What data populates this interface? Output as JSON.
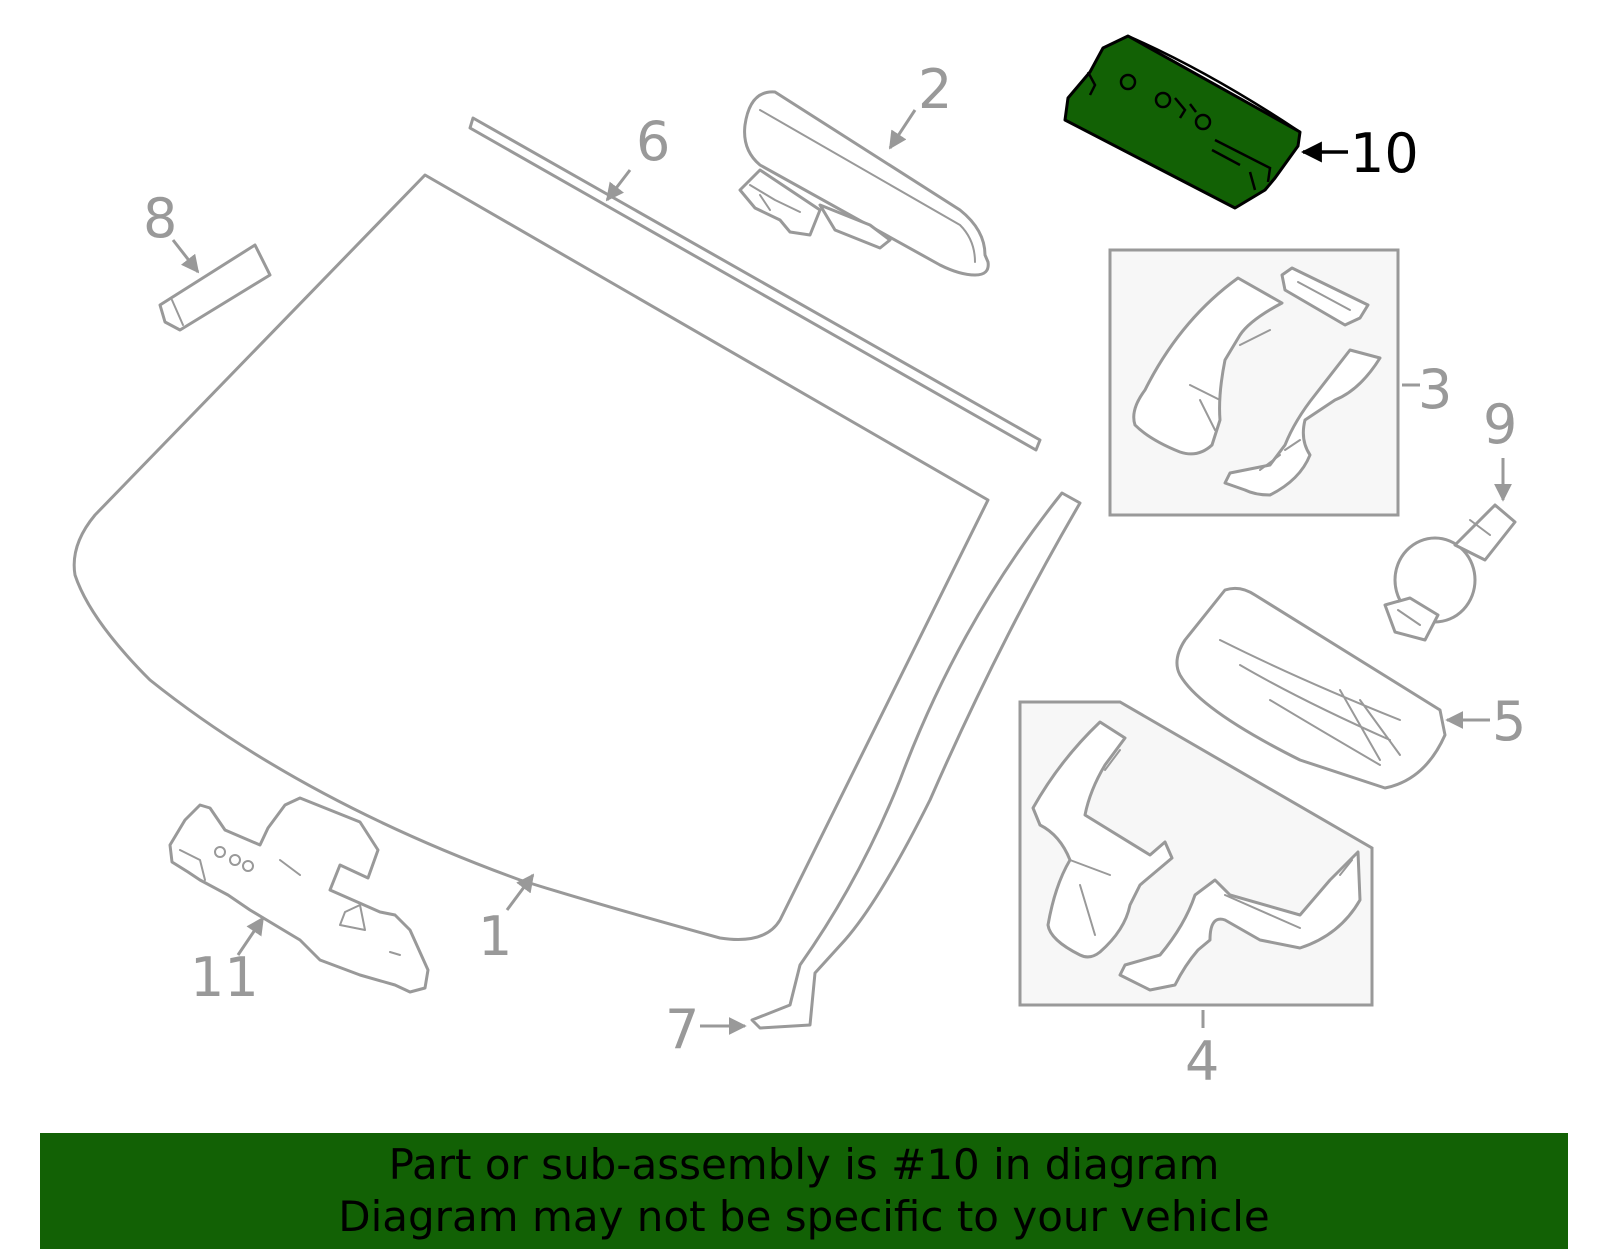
{
  "callouts": [
    "1",
    "2",
    "3",
    "4",
    "5",
    "6",
    "7",
    "8",
    "9",
    "10",
    "11"
  ],
  "highlighted_callout": "10",
  "colors": {
    "highlight": "#126105",
    "line": "#999999",
    "banner_text": "#000000"
  },
  "banner": {
    "line1": "Part or sub-assembly is #10 in diagram",
    "line2": "Diagram may not be specific to your vehicle"
  }
}
